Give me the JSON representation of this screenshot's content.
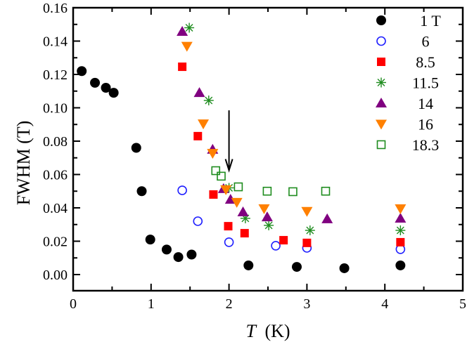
{
  "chart_data": {
    "type": "scatter",
    "title": "",
    "xlabel": "T (K)",
    "xlabel_italic": "T",
    "xlabel_unit": "(K)",
    "ylabel": "FWHM (T)",
    "xlim": [
      0,
      5
    ],
    "ylim": [
      -0.01,
      0.16
    ],
    "xticks": [
      0,
      1,
      2,
      3,
      4,
      5
    ],
    "xtick_labels": [
      "0",
      "1",
      "2",
      "3",
      "4",
      "5"
    ],
    "yticks": [
      0.0,
      0.02,
      0.04,
      0.06,
      0.08,
      0.1,
      0.12,
      0.14,
      0.16
    ],
    "ytick_labels": [
      "0.00",
      "0.02",
      "0.04",
      "0.06",
      "0.08",
      "0.10",
      "0.12",
      "0.14",
      "0.16"
    ],
    "grid": false,
    "legend_position": "upper right",
    "annotations": [
      {
        "type": "arrow",
        "x": 2.0,
        "y_start": 0.0985,
        "y_end": 0.0625,
        "direction": "down",
        "color": "#000000"
      }
    ],
    "series": [
      {
        "name": "1 T",
        "marker": "filled-circle",
        "color": "#000000",
        "points": [
          [
            0.11,
            0.122
          ],
          [
            0.28,
            0.115
          ],
          [
            0.42,
            0.112
          ],
          [
            0.52,
            0.109
          ],
          [
            0.81,
            0.076
          ],
          [
            0.88,
            0.05
          ],
          [
            0.99,
            0.021
          ],
          [
            1.2,
            0.015
          ],
          [
            1.35,
            0.0105
          ],
          [
            1.52,
            0.012
          ],
          [
            2.25,
            0.0055
          ],
          [
            2.87,
            0.0046
          ],
          [
            3.48,
            0.0038
          ],
          [
            4.2,
            0.0055
          ]
        ]
      },
      {
        "name": "6",
        "marker": "open-circle",
        "color": "#1f1fff",
        "points": [
          [
            1.4,
            0.0505
          ],
          [
            1.6,
            0.032
          ],
          [
            2.0,
            0.0194
          ],
          [
            2.6,
            0.0173
          ],
          [
            3.0,
            0.016
          ],
          [
            4.2,
            0.0152
          ]
        ]
      },
      {
        "name": "8.5",
        "marker": "filled-square",
        "color": "#ff0000",
        "points": [
          [
            1.4,
            0.1246
          ],
          [
            1.6,
            0.083
          ],
          [
            1.8,
            0.048
          ],
          [
            1.99,
            0.029
          ],
          [
            2.2,
            0.0248
          ],
          [
            2.7,
            0.0206
          ],
          [
            3.0,
            0.019
          ],
          [
            4.2,
            0.0194
          ]
        ]
      },
      {
        "name": "11.5",
        "marker": "asterisk",
        "color": "#1e8c1e",
        "points": [
          [
            1.49,
            0.148
          ],
          [
            1.74,
            0.1044
          ],
          [
            2.0,
            0.052
          ],
          [
            2.21,
            0.0337
          ],
          [
            2.51,
            0.0295
          ],
          [
            3.04,
            0.0265
          ],
          [
            4.2,
            0.0265
          ]
        ]
      },
      {
        "name": "14",
        "marker": "filled-triangle-up",
        "color": "#800080",
        "points": [
          [
            1.4,
            0.1457
          ],
          [
            1.62,
            0.109
          ],
          [
            1.79,
            0.075
          ],
          [
            1.93,
            0.0514
          ],
          [
            2.02,
            0.045
          ],
          [
            2.18,
            0.0375
          ],
          [
            2.49,
            0.0345
          ],
          [
            3.26,
            0.0333
          ],
          [
            4.2,
            0.0337
          ]
        ]
      },
      {
        "name": "16",
        "marker": "filled-triangle-down",
        "color": "#ff8000",
        "points": [
          [
            1.46,
            0.137
          ],
          [
            1.67,
            0.0905
          ],
          [
            1.79,
            0.0728
          ],
          [
            1.96,
            0.051
          ],
          [
            2.1,
            0.0434
          ],
          [
            2.45,
            0.0396
          ],
          [
            3.0,
            0.038
          ],
          [
            4.2,
            0.0396
          ]
        ]
      },
      {
        "name": "18.3",
        "marker": "open-square",
        "color": "#1e8c1e",
        "points": [
          [
            1.83,
            0.0623
          ],
          [
            1.9,
            0.059
          ],
          [
            2.12,
            0.0526
          ],
          [
            2.49,
            0.05
          ],
          [
            2.82,
            0.0497
          ],
          [
            3.24,
            0.05
          ]
        ]
      }
    ]
  }
}
